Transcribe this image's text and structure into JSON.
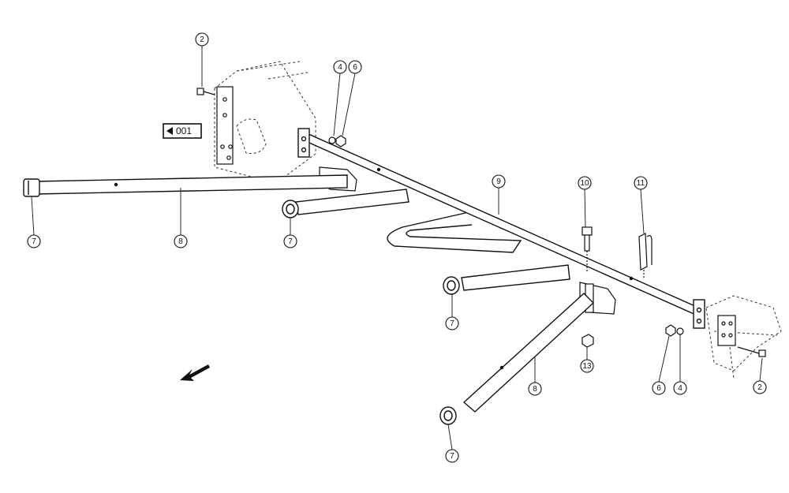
{
  "diagram": {
    "reference_tag": "001",
    "callouts": [
      {
        "id": "c2a",
        "label": "2"
      },
      {
        "id": "c4a",
        "label": "4"
      },
      {
        "id": "c6a",
        "label": "6"
      },
      {
        "id": "c9",
        "label": "9"
      },
      {
        "id": "c10",
        "label": "10"
      },
      {
        "id": "c11",
        "label": "11"
      },
      {
        "id": "c7a",
        "label": "7"
      },
      {
        "id": "c8a",
        "label": "8"
      },
      {
        "id": "c7b",
        "label": "7"
      },
      {
        "id": "c7c",
        "label": "7"
      },
      {
        "id": "c13",
        "label": "13"
      },
      {
        "id": "c6b",
        "label": "6"
      },
      {
        "id": "c4b",
        "label": "4"
      },
      {
        "id": "c2b",
        "label": "2"
      },
      {
        "id": "c8b",
        "label": "8"
      },
      {
        "id": "c7d",
        "label": "7"
      }
    ],
    "colors": {
      "line": "#111111",
      "fill": "#ffffff",
      "shade": "#d9d9d9"
    }
  }
}
